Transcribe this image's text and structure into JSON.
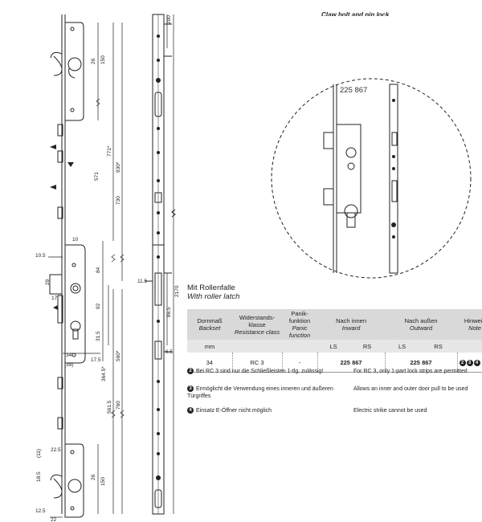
{
  "title_top": "Claw bolt and pin lock",
  "zoom_part_number": "225 867",
  "heading": {
    "de": "Mit Rollenfalle",
    "en": "With roller latch"
  },
  "table": {
    "headers": [
      {
        "de": "Dornmaß",
        "en": "Backset"
      },
      {
        "de": "Widerstands-klasse",
        "en": "Resistance class"
      },
      {
        "de": "Panik-funktion",
        "en": "Panic function"
      },
      {
        "de": "Nach innen",
        "en": "Inward"
      },
      {
        "de": "Nach außen",
        "en": "Outward"
      },
      {
        "de": "Hinweis",
        "en": "Note"
      }
    ],
    "unit": "mm",
    "sub_ls": "LS",
    "sub_rs": "RS",
    "row": {
      "backset": "34",
      "class": "RC 3",
      "panic": "-",
      "inward": "225 867",
      "outward": "225 867",
      "notes": [
        "2",
        "3",
        "4"
      ]
    }
  },
  "notes": [
    {
      "num": "2",
      "de": "Bei RC 3 sind nur die Schließleisten 1-tlg. zulässig!",
      "en": "For RC 3, only 1-part lock strips are permitted"
    },
    {
      "num": "3",
      "de": "Ermöglicht die Verwendung eines inneren und äußeren Türgriffes",
      "en": "Allows an inner and outer door pull to be used"
    },
    {
      "num": "4",
      "de": "Einsatz E-Öffner nicht möglich",
      "en": "Electric strike cannot be used"
    }
  ],
  "dims_left": {
    "d26_top": "26",
    "d150_top": "150",
    "d771": "771*",
    "d930": "930*",
    "d571": "571",
    "d730": "730",
    "d10": "10",
    "d10_5": "10.5",
    "d29": "29",
    "d84": "84",
    "d17": "17",
    "d92": "92",
    "d31_5": "31.5",
    "d34": "34",
    "d39": "(39)",
    "d17_5": "17.5",
    "d364": "364.5*",
    "d560": "560*",
    "d561": "561.5",
    "d760": "760",
    "d22_5": "22.5",
    "d11": "(11)",
    "d18_5": "18.5",
    "d26_bot": "26",
    "d150_bot": "150",
    "d12_5": "12.5",
    "d22": "22"
  },
  "dims_strip": {
    "d200": "200",
    "d11_5": "11.5",
    "d86_5": "86.5",
    "d6_5": "6.5",
    "d2170": "2170"
  }
}
